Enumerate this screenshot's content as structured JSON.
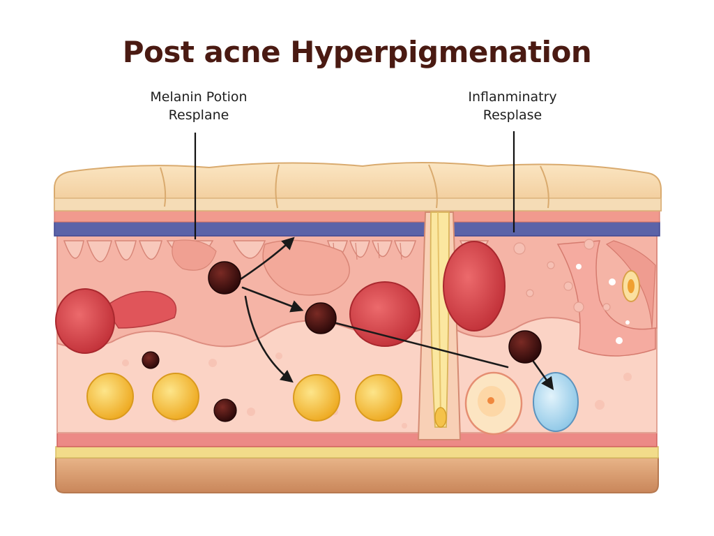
{
  "title": "Post acne Hyperpigmenation",
  "labels": {
    "left": {
      "line1": "Melanin Potion",
      "line2": "Resplane"
    },
    "right": {
      "line1": "Inflanminatry",
      "line2": "Resplase"
    }
  },
  "colors": {
    "title": "#4a1a12",
    "stratum_corneum": "#f5d7a9",
    "blue_layer": "#5b63a8",
    "epidermis": "#f5b8aa",
    "dermis": "#fbd5c8",
    "red_cell": "#d6434a",
    "melanin": "#4a1414",
    "fat_cell": "#f7c236",
    "base": "#d69a6e",
    "blue_cell": "#b3daf0"
  }
}
